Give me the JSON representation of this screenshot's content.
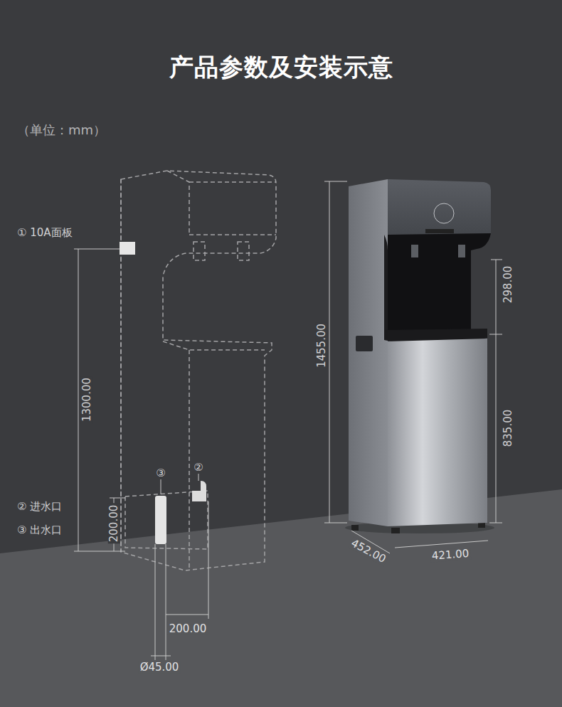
{
  "diagram": {
    "title": "产品参数及安装示意",
    "labels": [
      "（单位：mm）",
      "① 10A面板",
      "1300.00",
      "③",
      "②",
      "200.00",
      "② 进水口",
      "③ 出水口",
      "200.00",
      "Ø45.00",
      "1455.00",
      "298.00",
      "835.00",
      "452.00",
      "421.00"
    ]
  }
}
